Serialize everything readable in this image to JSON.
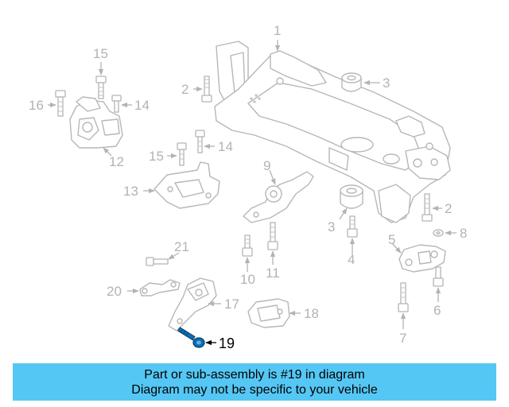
{
  "diagram": {
    "callouts": [
      {
        "id": "c1",
        "label": "1"
      },
      {
        "id": "c2a",
        "label": "2"
      },
      {
        "id": "c3a",
        "label": "3"
      },
      {
        "id": "c15a",
        "label": "15"
      },
      {
        "id": "c16",
        "label": "16"
      },
      {
        "id": "c14a",
        "label": "14"
      },
      {
        "id": "c12",
        "label": "12"
      },
      {
        "id": "c15b",
        "label": "15"
      },
      {
        "id": "c14b",
        "label": "14"
      },
      {
        "id": "c9",
        "label": "9"
      },
      {
        "id": "c13",
        "label": "13"
      },
      {
        "id": "c2b",
        "label": "2"
      },
      {
        "id": "c3b",
        "label": "3"
      },
      {
        "id": "c5",
        "label": "5"
      },
      {
        "id": "c8",
        "label": "8"
      },
      {
        "id": "c4",
        "label": "4"
      },
      {
        "id": "c21",
        "label": "21"
      },
      {
        "id": "c10",
        "label": "10"
      },
      {
        "id": "c11",
        "label": "11"
      },
      {
        "id": "c20",
        "label": "20"
      },
      {
        "id": "c17",
        "label": "17"
      },
      {
        "id": "c18",
        "label": "18"
      },
      {
        "id": "c6",
        "label": "6"
      },
      {
        "id": "c7",
        "label": "7"
      },
      {
        "id": "c19",
        "label": "19",
        "highlight": true
      }
    ],
    "highlight_color": "#0a6fb5"
  },
  "banner": {
    "line1": "Part or sub-assembly is #19 in diagram",
    "line2": "Diagram may not be specific to your vehicle",
    "color": "#55c7f4"
  }
}
